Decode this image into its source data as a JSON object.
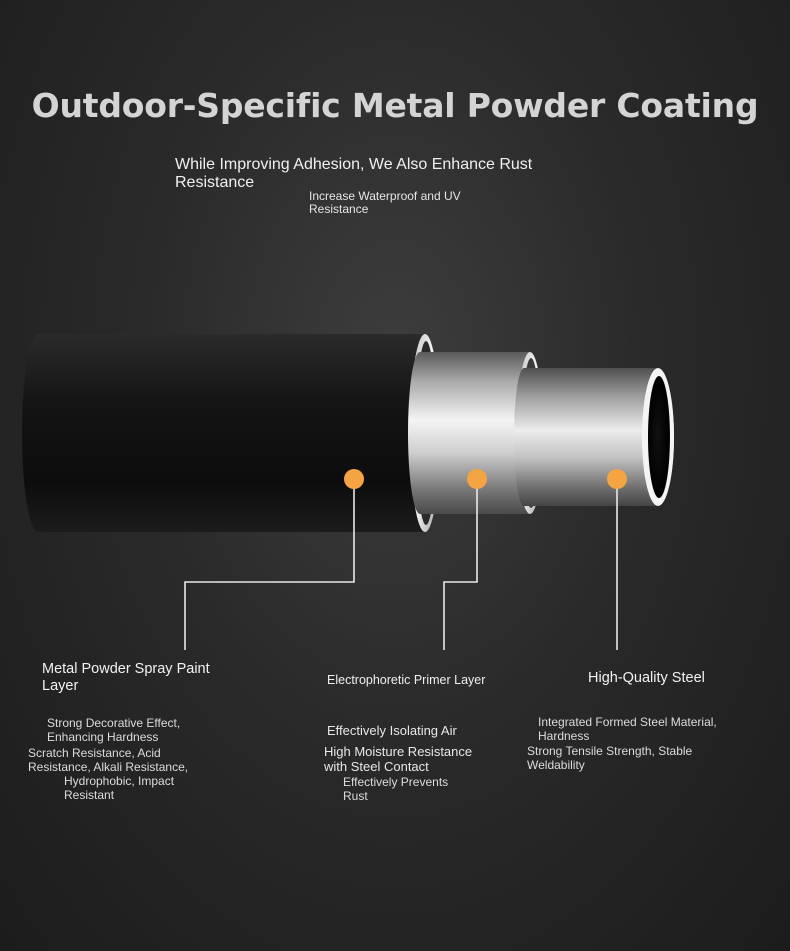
{
  "title": "Outdoor-Specific Metal Powder Coating",
  "subtitle_main": "While Improving Adhesion, We Also Enhance Rust Resistance",
  "subtitle_small": "Increase Waterproof and UV Resistance",
  "colors": {
    "accent_dot": "#f5a443",
    "title_text": "#d4d4d4",
    "background": "#2a2a2a"
  },
  "layers": {
    "paint": {
      "title": "Metal Powder Spray Paint Layer",
      "features": [
        "Strong Decorative Effect, Enhancing Hardness",
        "Scratch Resistance, Acid Resistance, Alkali Resistance,",
        "Hydrophobic, Impact Resistant"
      ]
    },
    "primer": {
      "title": "Electrophoretic Primer Layer",
      "features": [
        "Effectively Isolating Air",
        "High Moisture Resistance with Steel Contact",
        "Effectively Prevents Rust"
      ]
    },
    "steel": {
      "title": "High-Quality Steel",
      "features": [
        "Integrated Formed Steel Material, Hardness",
        "Strong Tensile Strength, Stable Weldability"
      ]
    }
  }
}
